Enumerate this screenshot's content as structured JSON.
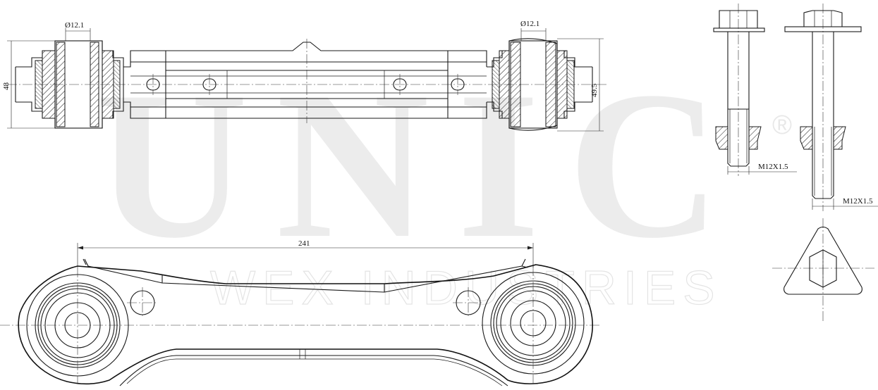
{
  "watermark": {
    "brand": "UNIC",
    "tagline": "WEX INDUSTRIES",
    "registered": "®"
  },
  "dimensions": {
    "top_left_bore": "Ø12.1",
    "top_right_bore": "Ø12.1",
    "left_height": "48",
    "right_height": "49.5",
    "overall_length": "241",
    "bolt_thread_1": "M12X1.5",
    "bolt_thread_2": "M12X1.5"
  }
}
